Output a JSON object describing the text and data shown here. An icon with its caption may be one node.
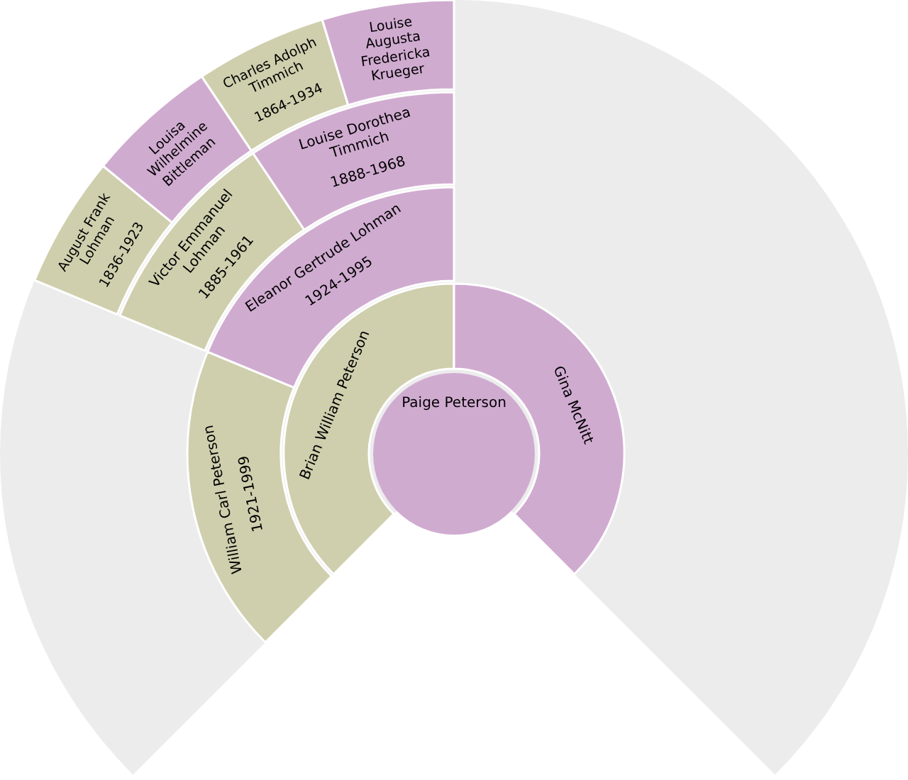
{
  "diagram": {
    "nodes": [
      {
        "text": [
          "Paige Peterson"
        ]
      },
      {
        "text": [
          "Brian William Peterson"
        ]
      },
      {
        "text": [
          "Gina McNitt"
        ]
      },
      {
        "text": [
          "William Carl Peterson",
          "1921-1999"
        ]
      },
      {
        "text": [
          "Eleanor Gertrude Lohman",
          "1924-1995"
        ]
      },
      {
        "text": [
          "Victor Emmanuel Lohman",
          "1885-1961"
        ]
      },
      {
        "text": [
          "Louise Dorothea Timmich",
          "1888-1968"
        ]
      },
      {
        "text": [
          "August Frank Lohman",
          "1836-1923"
        ]
      },
      {
        "text": [
          "Louisa Wilhelmine Bittleman"
        ]
      },
      {
        "text": [
          "Charles Adolph Timmich",
          "1864-1934"
        ]
      },
      {
        "text": [
          "Louise Augusta Fredericka Krueger"
        ]
      }
    ]
  }
}
